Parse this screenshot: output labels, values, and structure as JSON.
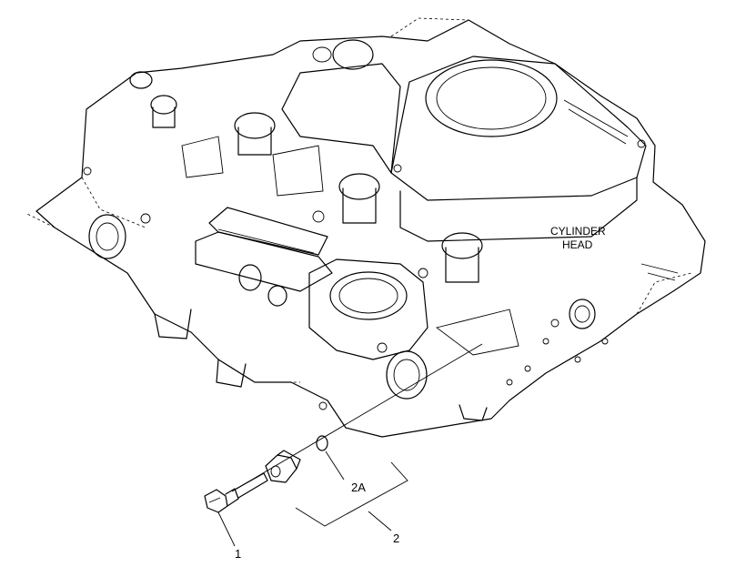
{
  "diagram": {
    "annotation_line1": "CYLINDER",
    "annotation_line2": "HEAD",
    "callouts": {
      "c1": "1",
      "c2": "2",
      "c2a": "2A"
    }
  }
}
